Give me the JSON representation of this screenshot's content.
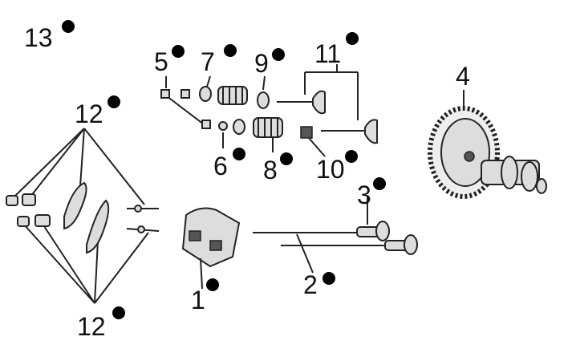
{
  "diagram": {
    "type": "exploded parts diagram",
    "callouts": [
      {
        "id": "13",
        "label": "13"
      },
      {
        "id": "5",
        "label": "5"
      },
      {
        "id": "7",
        "label": "7"
      },
      {
        "id": "9",
        "label": "9"
      },
      {
        "id": "11",
        "label": "11"
      },
      {
        "id": "12a",
        "label": "12"
      },
      {
        "id": "4",
        "label": "4"
      },
      {
        "id": "6",
        "label": "6"
      },
      {
        "id": "8",
        "label": "8"
      },
      {
        "id": "10",
        "label": "10"
      },
      {
        "id": "3",
        "label": "3"
      },
      {
        "id": "1",
        "label": "1"
      },
      {
        "id": "2",
        "label": "2"
      },
      {
        "id": "12b",
        "label": "12"
      }
    ],
    "marker_color": "#000000"
  }
}
